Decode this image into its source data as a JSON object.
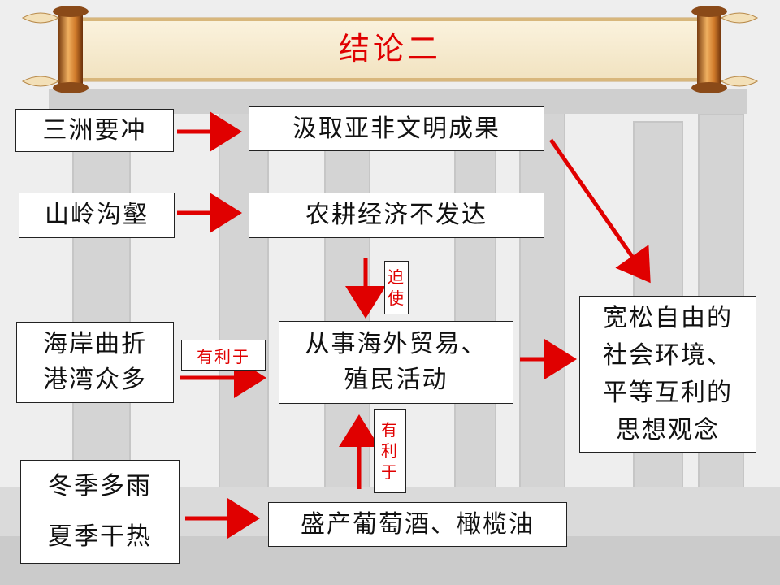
{
  "title": "结论二",
  "nodes": {
    "sanzhou": "三洲要冲",
    "jiqu": "汲取亚非文明成果",
    "shanling": "山岭沟壑",
    "nonggeng": "农耕经济不发达",
    "haian": [
      "海岸曲折",
      "港湾众多"
    ],
    "congshi": [
      "从事海外贸易、",
      "殖民活动"
    ],
    "kuansong": [
      "宽松自由的",
      "社会环境、",
      "平等互利的",
      "思想观念"
    ],
    "dongji": "冬季多雨",
    "xiaji": "夏季干热",
    "shengchan": "盛产葡萄酒、橄榄油"
  },
  "tags": {
    "poshi": [
      "迫",
      "使"
    ],
    "youliyu_h": "有利于",
    "youliyu_v": [
      "有",
      "利",
      "于"
    ]
  },
  "colors": {
    "arrow": "#e00000",
    "title": "#e00000"
  }
}
